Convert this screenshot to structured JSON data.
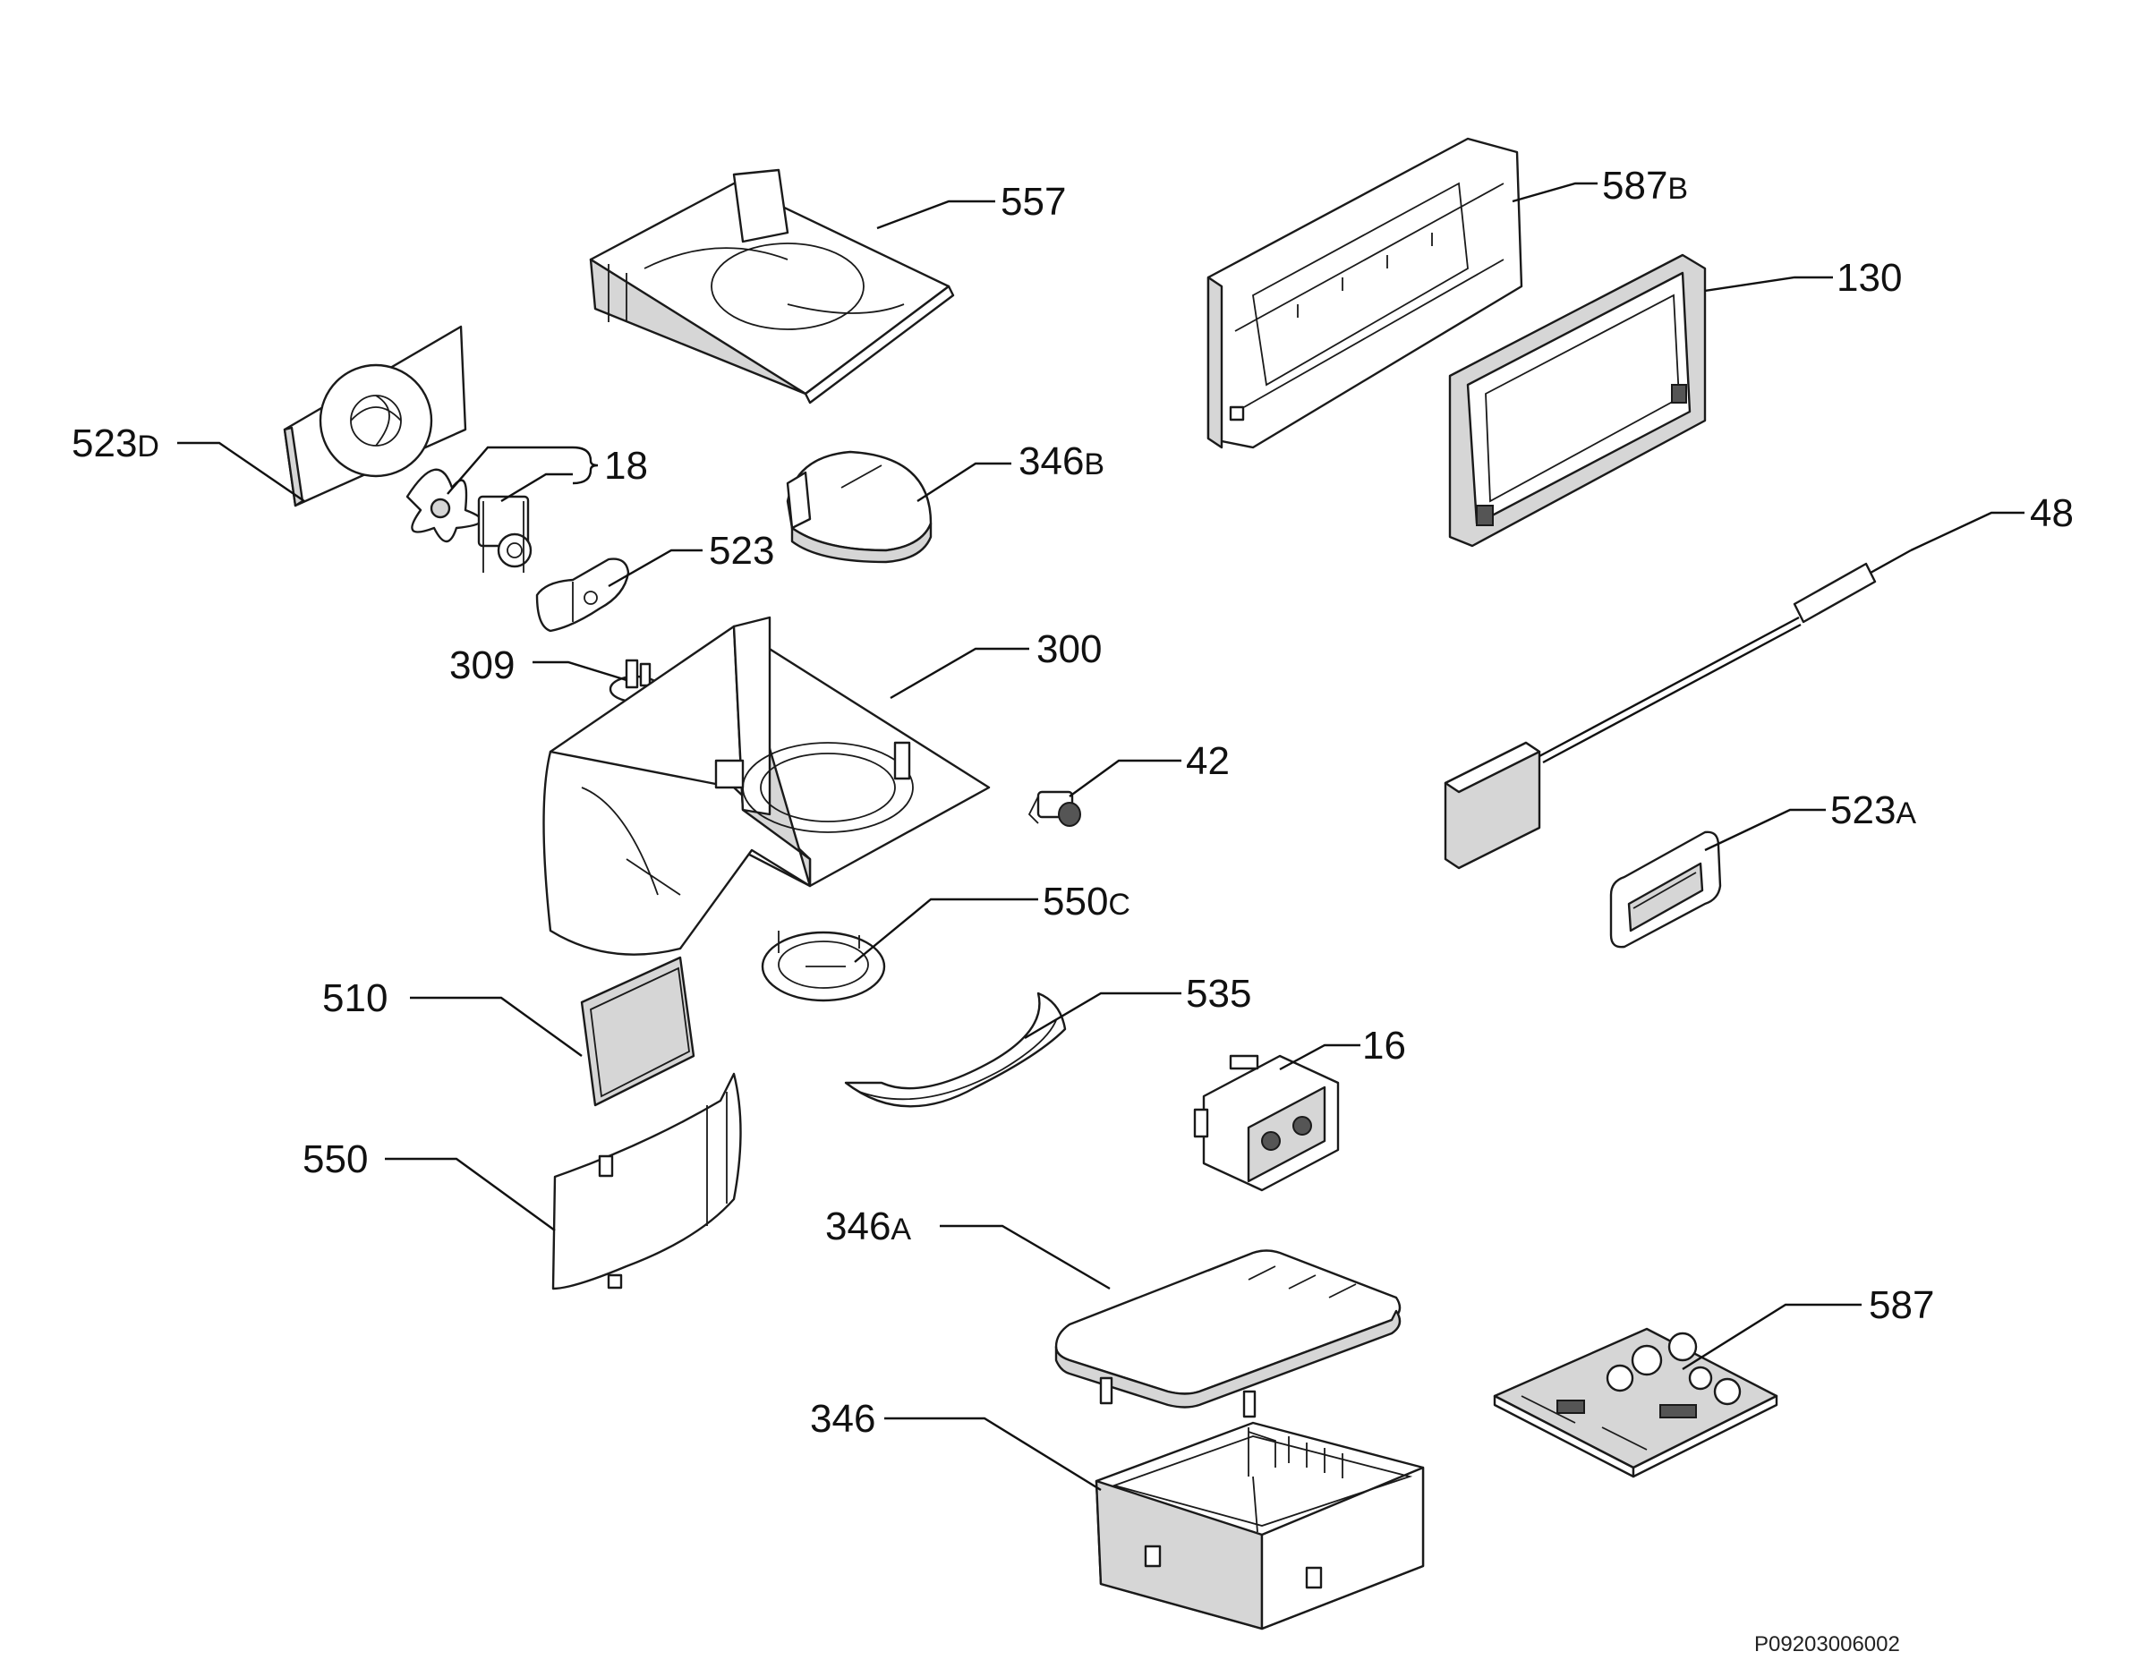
{
  "diagram_code": "P09203006002",
  "callouts": {
    "c557": {
      "num": "557",
      "suffix": ""
    },
    "c587b": {
      "num": "587",
      "suffix": "B"
    },
    "c130": {
      "num": "130",
      "suffix": ""
    },
    "c523d": {
      "num": "523",
      "suffix": "D"
    },
    "c18": {
      "num": "18",
      "suffix": ""
    },
    "c346b": {
      "num": "346",
      "suffix": "B"
    },
    "c523": {
      "num": "523",
      "suffix": ""
    },
    "c48": {
      "num": "48",
      "suffix": ""
    },
    "c309": {
      "num": "309",
      "suffix": ""
    },
    "c300": {
      "num": "300",
      "suffix": ""
    },
    "c42": {
      "num": "42",
      "suffix": ""
    },
    "c523a": {
      "num": "523",
      "suffix": "A"
    },
    "c550c": {
      "num": "550",
      "suffix": "C"
    },
    "c510": {
      "num": "510",
      "suffix": ""
    },
    "c535": {
      "num": "535",
      "suffix": ""
    },
    "c16": {
      "num": "16",
      "suffix": ""
    },
    "c550": {
      "num": "550",
      "suffix": ""
    },
    "c346a": {
      "num": "346",
      "suffix": "A"
    },
    "c587": {
      "num": "587",
      "suffix": ""
    },
    "c346": {
      "num": "346",
      "suffix": ""
    }
  }
}
